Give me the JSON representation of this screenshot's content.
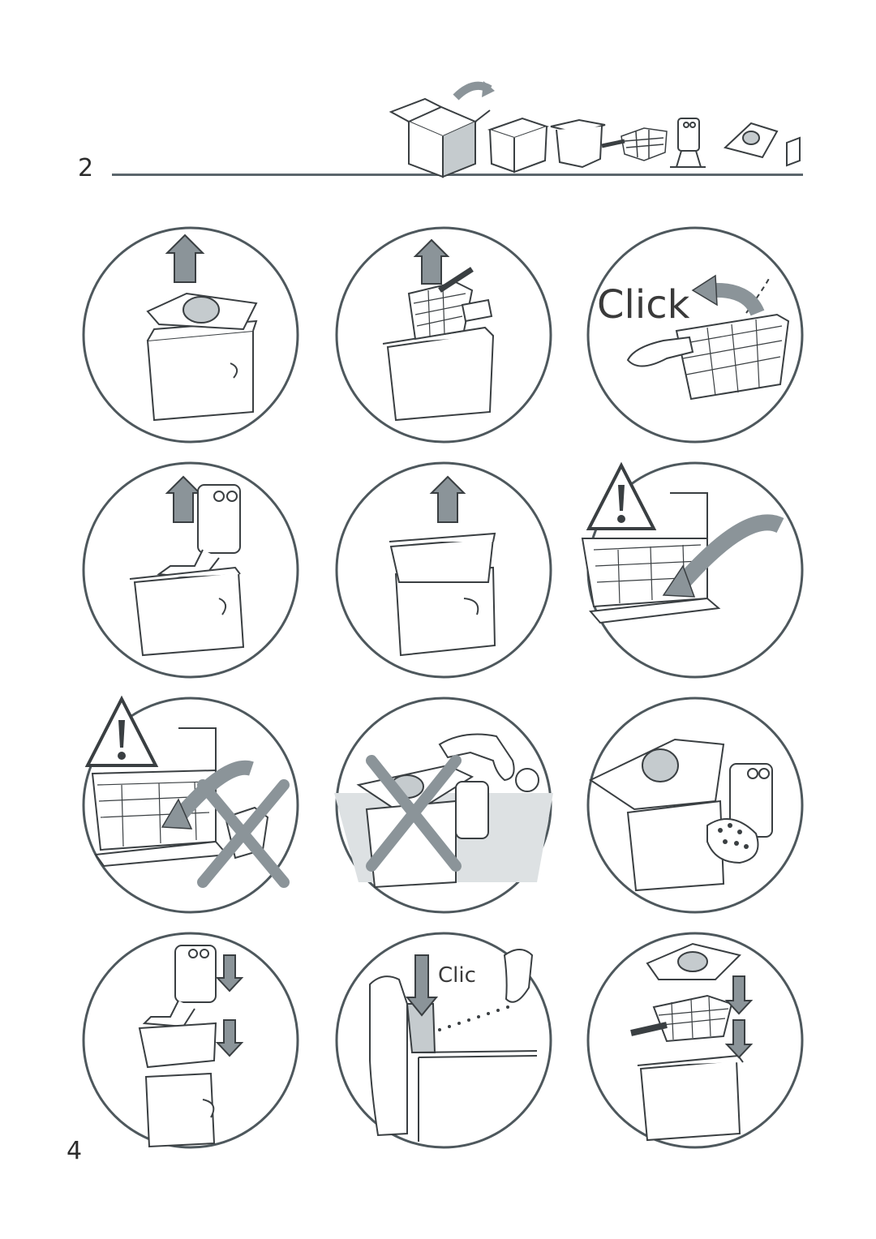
{
  "header": {
    "step_number": "2"
  },
  "footer": {
    "page_number": "4"
  },
  "labels": {
    "click": "Click",
    "clic": "Clic"
  },
  "colors": {
    "rule": "#5b666c",
    "outline": "#3a3f42",
    "arrow_fill": "#8b9499",
    "warning_fill": "#ffffff"
  },
  "icons": [
    "box-unpack-icon",
    "warning-icon",
    "cross-icon",
    "arrow-up-icon",
    "arrow-down-icon"
  ]
}
